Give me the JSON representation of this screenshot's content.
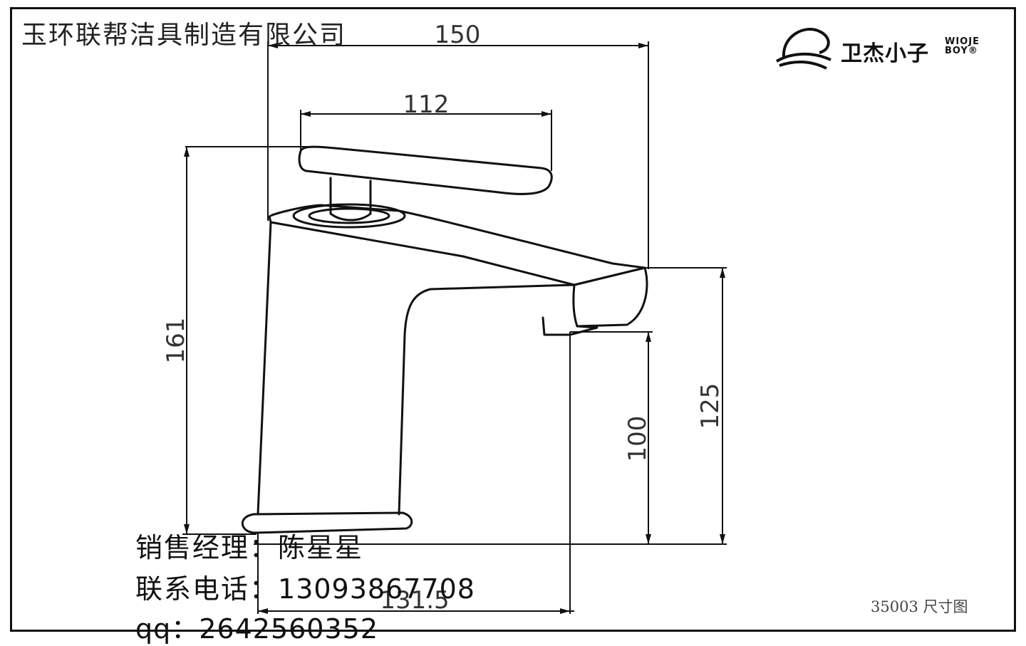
{
  "header": {
    "company": "玉环联帮洁具制造有限公司",
    "brand_cn": "卫杰小子",
    "brand_en_top": "WIOJE",
    "brand_en_bottom": "BOY®"
  },
  "dimensions": {
    "total_length": "150",
    "handle_length": "112",
    "total_height": "161",
    "spout_height": "125",
    "outlet_height": "100",
    "reach": "131.5"
  },
  "contact": {
    "manager_label": "销售经理：",
    "manager_name": "陈星星",
    "phone_label": "联系电话：",
    "phone": "13093867708",
    "qq_label": "qq：",
    "qq": "2642560352"
  },
  "footer": {
    "model_caption": "35003 尺寸图"
  },
  "colors": {
    "line": "#111111",
    "background": "#ffffff"
  }
}
